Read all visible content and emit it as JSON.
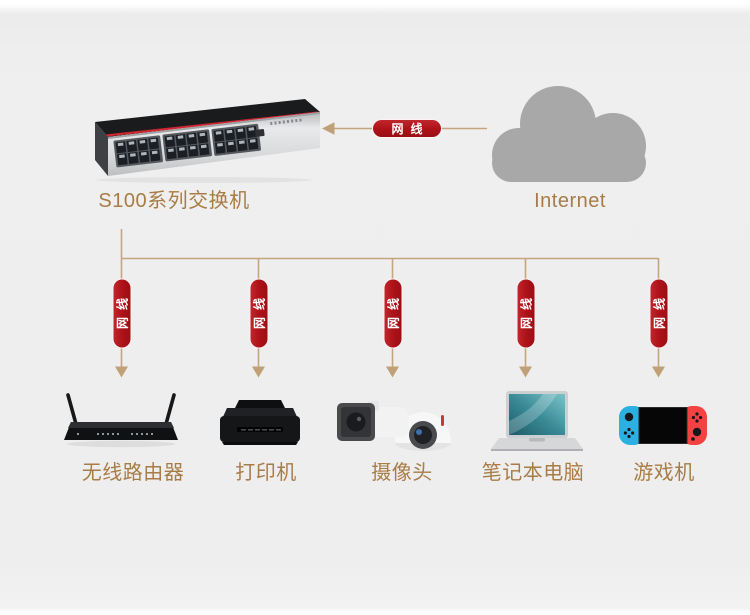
{
  "diagram": {
    "switch": {
      "label": "S100系列交换机"
    },
    "internet": {
      "label": "Internet"
    },
    "uplink_cable": {
      "label": "网线"
    },
    "lan_cable": {
      "label": "网线"
    },
    "devices": [
      {
        "id": "wireless-router",
        "label": "无线路由器"
      },
      {
        "id": "printer",
        "label": "打印机"
      },
      {
        "id": "camera",
        "label": "摄像头"
      },
      {
        "id": "laptop",
        "label": "笔记本电脑"
      },
      {
        "id": "game-console",
        "label": "游戏机"
      }
    ],
    "colors": {
      "background": "#efefef",
      "label_gold": "#a87c46",
      "cable_line_tan": "#c5a67c",
      "cable_pill_red": "#ac1118",
      "cloud_gray": "#a8a8a8",
      "switch_stripe_red": "#cf2630",
      "joycon_blue": "#2cb0e2",
      "joycon_red": "#f44242"
    }
  }
}
